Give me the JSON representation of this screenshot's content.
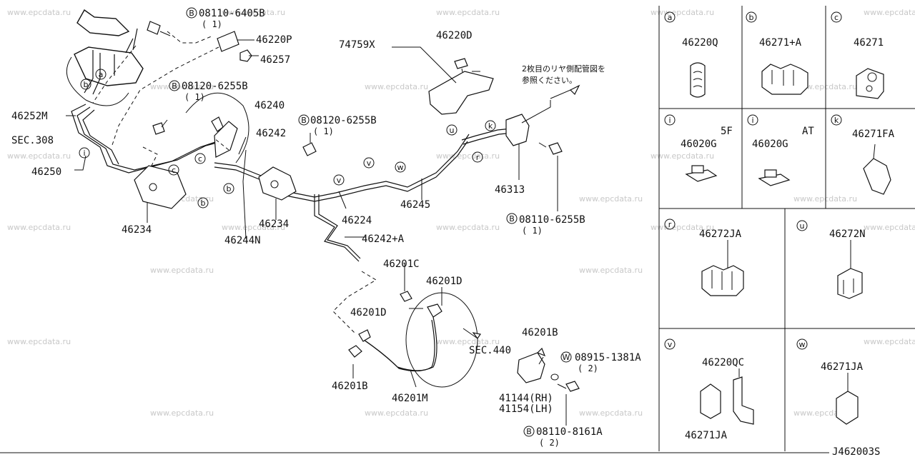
{
  "watermark": "www.epcdata.ru",
  "diagram_code": "J462003S",
  "note_jp_line1": "2枚目のリヤ側配管図を",
  "note_jp_line2": "参照ください。",
  "callouts": {
    "b1": "08110-6405B",
    "b1q": "( 1)",
    "b2": "08120-6255B",
    "b2q": "( 1)",
    "b3": "08120-6255B",
    "b3q": "( 1)",
    "b4": "08110-6255B",
    "b4q": "( 1)",
    "b5": "08110-8161A",
    "b5q": "( 2)",
    "w1": "08915-1381A",
    "w1q": "( 2)",
    "sym_b": "B",
    "sym_w": "W"
  },
  "parts": {
    "p46220P": "46220P",
    "p46257": "46257",
    "p46252M": "46252M",
    "sec308": "SEC.308",
    "p46250": "46250",
    "p46234a": "46234",
    "p46240": "46240",
    "p46242": "46242",
    "p46244N": "46244N",
    "p46234b": "46234",
    "p46224": "46224",
    "p46245": "46245",
    "p74759X": "74759X",
    "p46220D": "46220D",
    "p46313": "46313",
    "p46242A": "46242+A",
    "p46201C": "46201C",
    "p46201Da": "46201D",
    "p46201Db": "46201D",
    "sec440": "SEC.440",
    "p46201Ba": "46201B",
    "p46201M": "46201M",
    "p46201Bb": "46201B",
    "p41144": "41144(RH)",
    "p41154": "41154(LH)"
  },
  "circle_letters": [
    "a",
    "b",
    "c",
    "i",
    "k",
    "u",
    "r",
    "v",
    "w",
    "b",
    "c",
    "b"
  ],
  "panels": [
    {
      "letter": "a",
      "part": "46220Q",
      "note": ""
    },
    {
      "letter": "b",
      "part": "46271+A",
      "note": ""
    },
    {
      "letter": "c",
      "part": "46271",
      "note": ""
    },
    {
      "letter": "i",
      "part": "46020G",
      "note": "5F"
    },
    {
      "letter": "i",
      "part": "46020G",
      "note": "AT"
    },
    {
      "letter": "k",
      "part": "46271FA",
      "note": ""
    },
    {
      "letter": "r",
      "part": "46272JA",
      "note": ""
    },
    {
      "letter": "u",
      "part": "46272N",
      "note": ""
    },
    {
      "letter": "v",
      "part": "46220QC",
      "part2": "46271JA",
      "note": ""
    },
    {
      "letter": "w",
      "part": "46271JA",
      "note": ""
    }
  ]
}
